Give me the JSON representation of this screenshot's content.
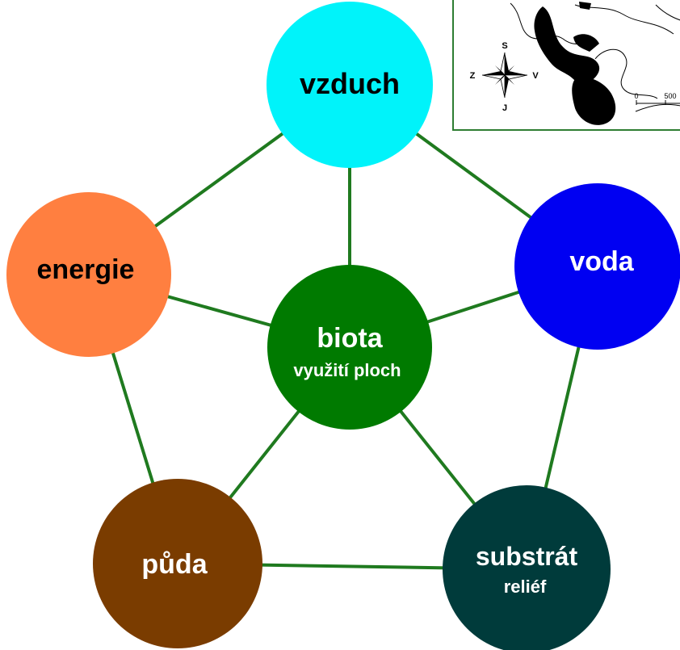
{
  "nodes": {
    "vzduch": {
      "label": "vzduch",
      "sub": "",
      "fill": "#00f3fa",
      "text_color": "#000000"
    },
    "energie": {
      "label": "energie",
      "sub": "",
      "fill": "#ff7f40",
      "text_color": "#000000"
    },
    "voda": {
      "label": "voda",
      "sub": "",
      "fill": "#0000f2",
      "text_color": "#ffffff"
    },
    "biota": {
      "label": "biota",
      "sub": "využití ploch",
      "fill": "#007a00",
      "text_color": "#ffffff"
    },
    "puda": {
      "label": "půda",
      "sub": "",
      "fill": "#7a3c00",
      "text_color": "#ffffff"
    },
    "substrat": {
      "label": "substrát",
      "sub": "reliéf",
      "fill": "#003b3b",
      "text_color": "#ffffff"
    }
  },
  "edge_color": "#1f7a1f",
  "map_inset": {
    "compass": {
      "north": "S",
      "south": "J",
      "west": "Z",
      "east": "V"
    },
    "scale_labels": [
      "0",
      "500"
    ],
    "border_color": "#2e7d32"
  }
}
